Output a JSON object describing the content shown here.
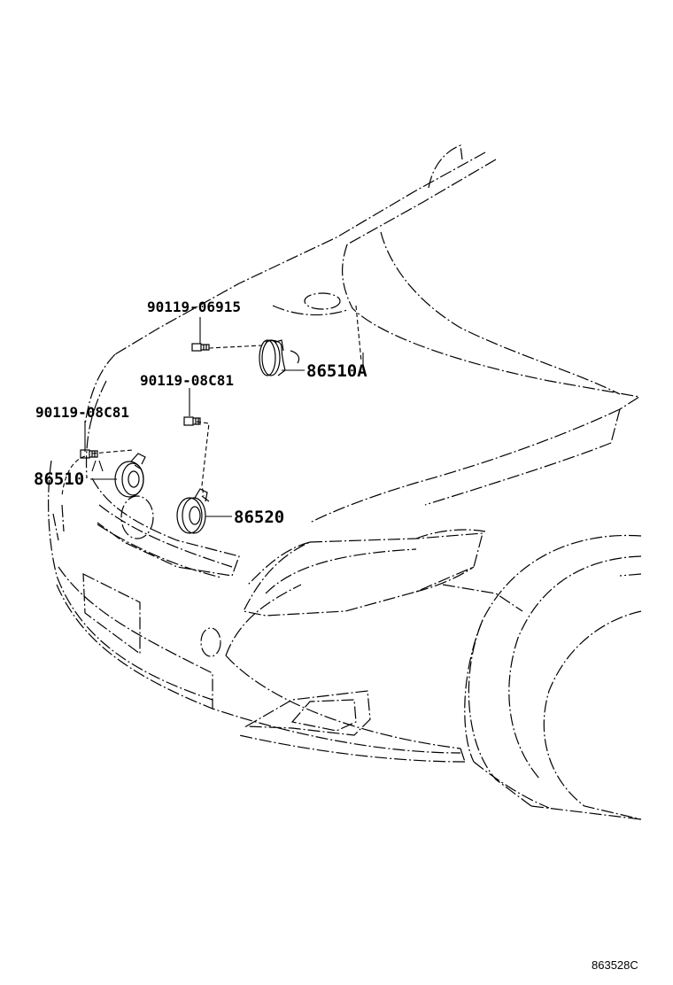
{
  "labels": {
    "bolt_upper": "90119-06915",
    "horn_high_right": "86510A",
    "bolt_middle": "90119-08C81",
    "bolt_left": "90119-08C81",
    "horn_high_left": "86510",
    "horn_low": "86520"
  },
  "footer": {
    "illustration_code": "863528C"
  }
}
